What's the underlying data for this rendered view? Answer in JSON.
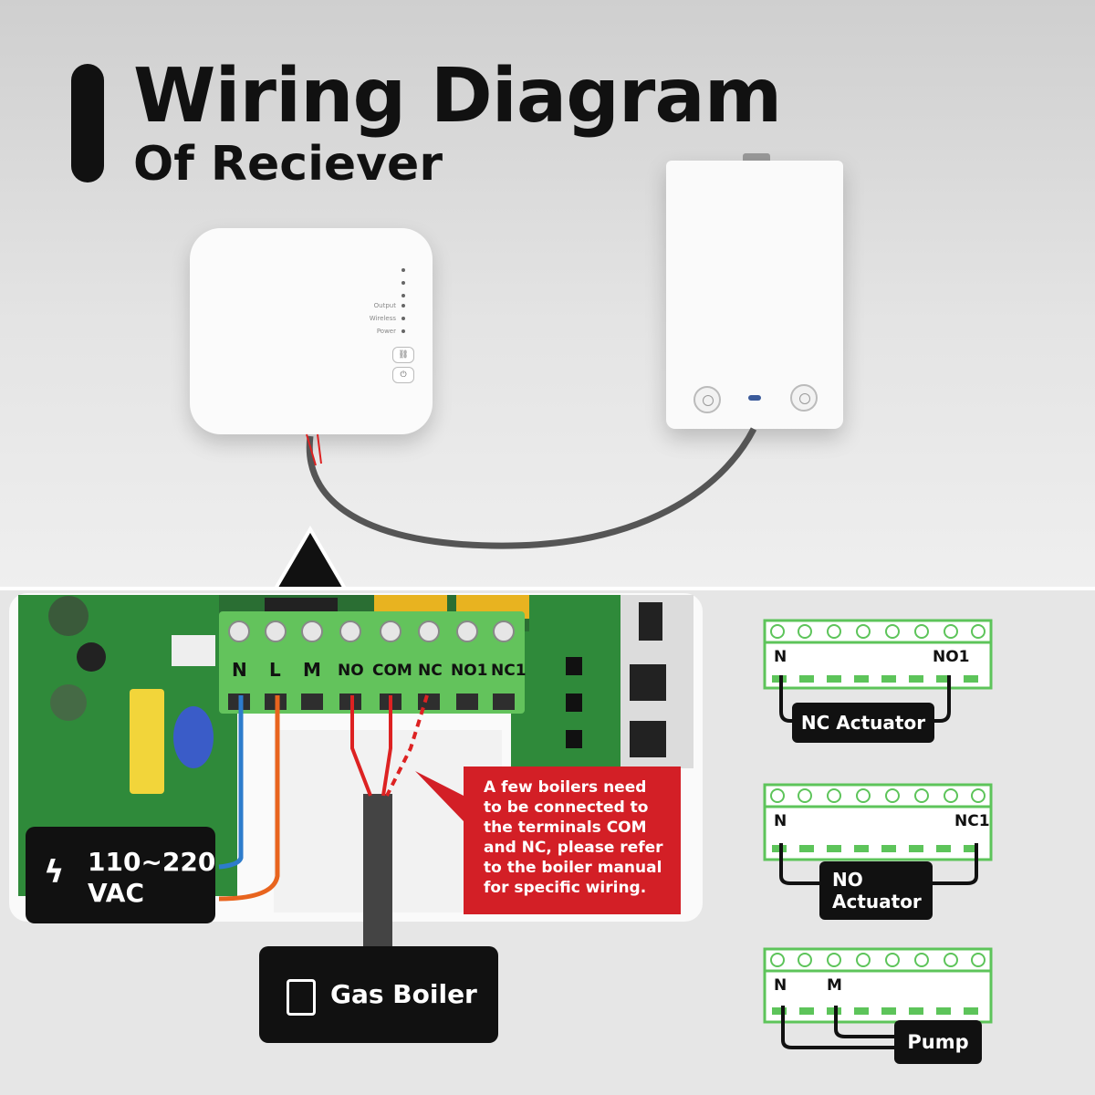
{
  "title": {
    "line1": "Wiring Diagram",
    "line2": "Of Reciever"
  },
  "receiver": {
    "led_labels": [
      "Output",
      "Wireless",
      "Power"
    ]
  },
  "board": {
    "terminals": [
      "N",
      "L",
      "M",
      "NO",
      "COM",
      "NC",
      "NO1",
      "NC1"
    ]
  },
  "power_box": {
    "line1": "110~220",
    "line2": "VAC",
    "icon": "lightning-icon"
  },
  "boiler_box": {
    "label": "Gas Boiler",
    "icon": "boiler-icon"
  },
  "note": "A few boilers need to be connected to the terminals COM and NC, please refer to the boiler manual for specific wiring.",
  "diagrams": [
    {
      "left": "N",
      "right": "NO1",
      "device": "NC Actuator"
    },
    {
      "left": "N",
      "right": "NC1",
      "device_line1": "NO",
      "device_line2": "Actuator"
    },
    {
      "left": "N",
      "right": "M",
      "device": "Pump"
    }
  ],
  "colors": {
    "accent_red": "#d31f26",
    "terminal_green": "#5dc45a",
    "wire_blue": "#2d7ccc",
    "wire_orange": "#e8641e"
  }
}
